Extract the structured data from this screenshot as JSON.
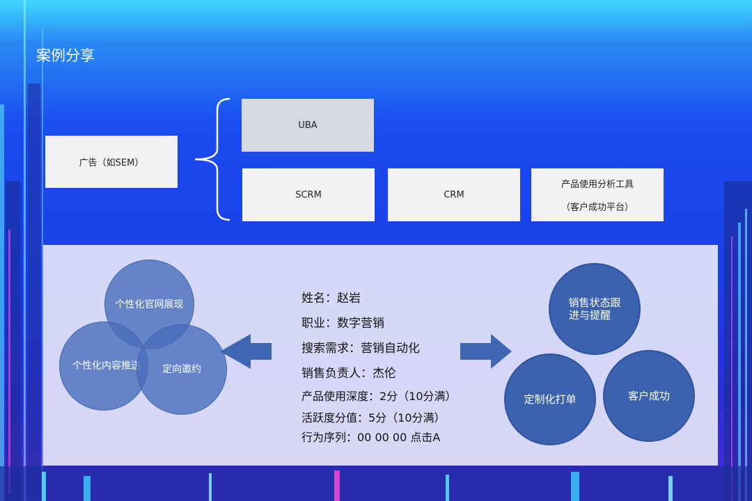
{
  "slide": {
    "title": "案例分享"
  },
  "channel": {
    "ad_label": "广告（如SEM）"
  },
  "tools": {
    "uba": "UBA",
    "scrm": "SCRM",
    "crm": "CRM",
    "analytics_line1": "产品使用分析工具",
    "analytics_line2": "（客户成功平台）"
  },
  "profile": {
    "name": "姓名：赵岩",
    "job": "职业：数字营销",
    "need": "搜索需求：营销自动化",
    "sales_owner": "销售负责人：杰伦",
    "usage_depth": "产品使用深度：2分（10分满）",
    "activity": "活跃度分值：5分（10分满）",
    "behavior": "行为序列：00 00 00 点击A"
  },
  "left_circles": {
    "website": "个性化官网展现",
    "content": "个性化内容推送",
    "invite": "定向邀约"
  },
  "right_circles": {
    "tracking_line1": "销售状态跟",
    "tracking_line2": "进与提醒",
    "order": "定制化打单",
    "success": "客户成功"
  },
  "colors": {
    "circle_fill": "#3a62ae",
    "panel_bg": "#e4e4fa",
    "arrow": "#3f66b0"
  }
}
